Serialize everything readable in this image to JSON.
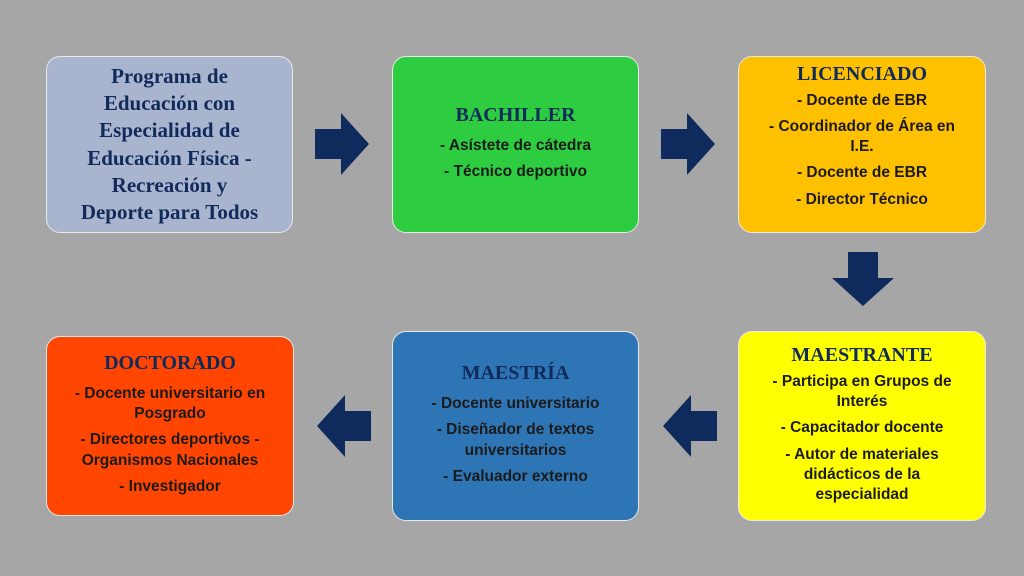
{
  "colors": {
    "background": "#a6a6a6",
    "arrow": "#0f2a5c",
    "programa": "#a9b5cf",
    "bachiller": "#2ecc40",
    "licenciado": "#ffc000",
    "maestrante": "#ffff00",
    "maestria": "#2e75b6",
    "doctorado": "#ff4500"
  },
  "programa": {
    "title_lines": [
      "Programa de",
      "Educación con",
      "Especialidad de",
      "Educación Física -",
      "Recreación y",
      "Deporte para Todos"
    ]
  },
  "bachiller": {
    "title": "BACHILLER",
    "items": [
      "- Asístete de cátedra",
      "- Técnico deportivo"
    ]
  },
  "licenciado": {
    "title": "LICENCIADO",
    "items": [
      "- Docente de EBR",
      "- Coordinador de Área en I.E.",
      "- Docente de EBR",
      "- Director Técnico"
    ]
  },
  "maestrante": {
    "title": "MAESTRANTE",
    "items": [
      "- Participa en Grupos de Interés",
      "- Capacitador docente",
      "- Autor de materiales didácticos de la especialidad"
    ]
  },
  "maestria": {
    "title": "MAESTRÍA",
    "items": [
      "- Docente universitario",
      "- Diseñador de textos universitarios",
      "- Evaluador externo"
    ]
  },
  "doctorado": {
    "title": "DOCTORADO",
    "items": [
      "- Docente universitario en Posgrado",
      "- Directores deportivos - Organismos Nacionales",
      "- Investigador"
    ]
  }
}
